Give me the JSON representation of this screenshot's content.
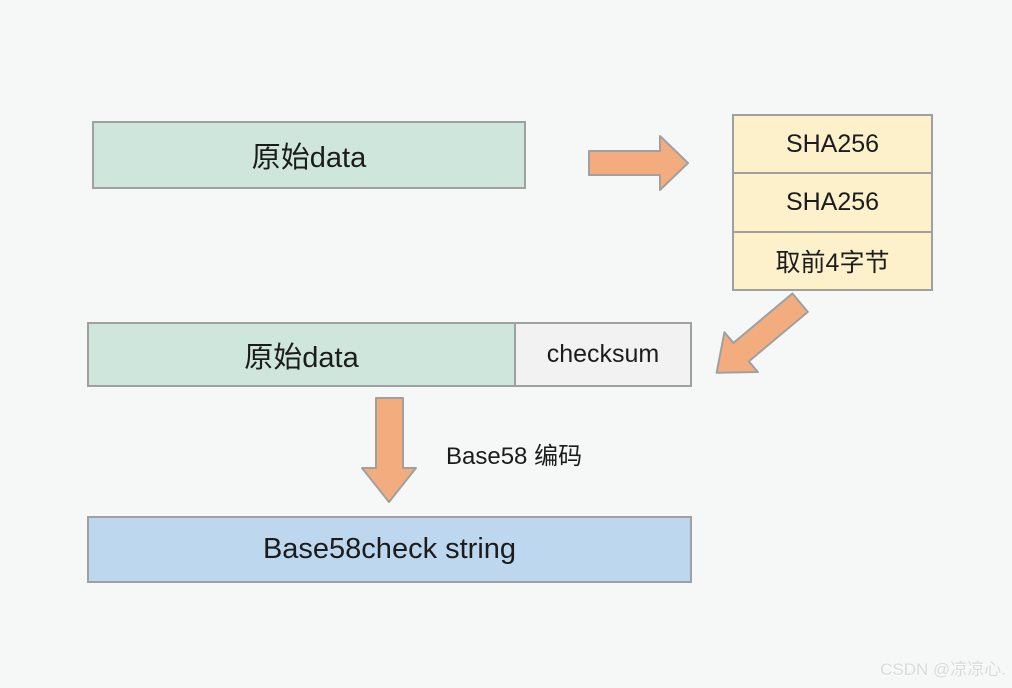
{
  "diagram": {
    "boxes": {
      "original_data_top": "原始data",
      "hash_steps": [
        "SHA256",
        "SHA256",
        "取前4字节"
      ],
      "original_data_result": "原始data",
      "checksum": "checksum",
      "base58_result": "Base58check string"
    },
    "labels": {
      "encode_step": "Base58 编码"
    },
    "icons": {
      "arrow_right": "right-block-arrow",
      "arrow_diagonal": "down-left-block-arrow",
      "arrow_down": "down-block-arrow"
    }
  },
  "watermark": "CSDN @凉凉心.",
  "colors": {
    "background": "#f6f7f7",
    "mint_box": "#cee6db",
    "yellow_box": "#fdf1cc",
    "blue_box": "#bdd7ee",
    "checksum_box": "#f2f2f2",
    "arrow_fill": "#f3ac7e",
    "border": "#a0a0a0",
    "watermark_text": "#dadada"
  }
}
